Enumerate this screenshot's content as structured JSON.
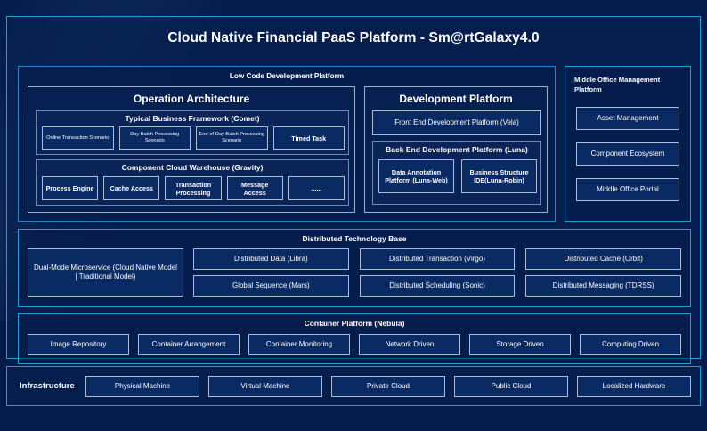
{
  "title": "Cloud Native Financial PaaS Platform - Sm@rtGalaxy4.0",
  "colors": {
    "background": "#041c49",
    "accent_border": "#1f9ddb",
    "panel_fill": "#072052",
    "box_border": "#aebdd4",
    "text": "#ffffff"
  },
  "low_code": {
    "title": "Low Code Development Platform",
    "operation_architecture": {
      "title": "Operation Architecture",
      "business_framework": {
        "title": "Typical Business Framework (Comet)",
        "items": [
          "Online Transaction Scenario",
          "Day Batch Processing Scenario",
          "End-of-Day Batch Processing Scenario",
          "Timed Task"
        ]
      },
      "cloud_warehouse": {
        "title": "Component Cloud Warehouse (Gravity)",
        "items": [
          "Process Engine",
          "Cache Access",
          "Transaction Processing",
          "Message Access",
          "......"
        ]
      }
    },
    "development_platform": {
      "title": "Development Platform",
      "front_end": "Front End Development Platform (Vela)",
      "back_end": {
        "title": "Back End Development Platform (Luna)",
        "items": [
          "Data Annotation Platform (Luna-Web)",
          "Business Structure IDE(Luna-Robin)"
        ]
      }
    }
  },
  "middle_office": {
    "title": "Middle Office Management Platform",
    "items": [
      "Asset Management",
      "Component Ecosystem",
      "Middle Office Portal"
    ]
  },
  "distributed_technology_base": {
    "title": "Distributed Technology Base",
    "highlight": "Dual-Mode Microservice (Cloud Native Model | Traditional Model)",
    "columns": [
      [
        "Distributed Data (Libra)",
        "Global Sequence (Mars)"
      ],
      [
        "Distributed Transaction (Virgo)",
        "Distributed Scheduling (Sonic)"
      ],
      [
        "Distributed Cache (Orbit)",
        "Distributed Messaging (TDRSS)"
      ]
    ]
  },
  "container_platform": {
    "title": "Container Platform (Nebula)",
    "items": [
      "Image Repository",
      "Container Arrangement",
      "Container Monitoring",
      "Network Driven",
      "Storage Driven",
      "Computing Driven"
    ]
  },
  "infrastructure": {
    "label": "Infrastructure",
    "items": [
      "Physical Machine",
      "Virtual Machine",
      "Private Cloud",
      "Public Cloud",
      "Localized Hardware"
    ]
  }
}
